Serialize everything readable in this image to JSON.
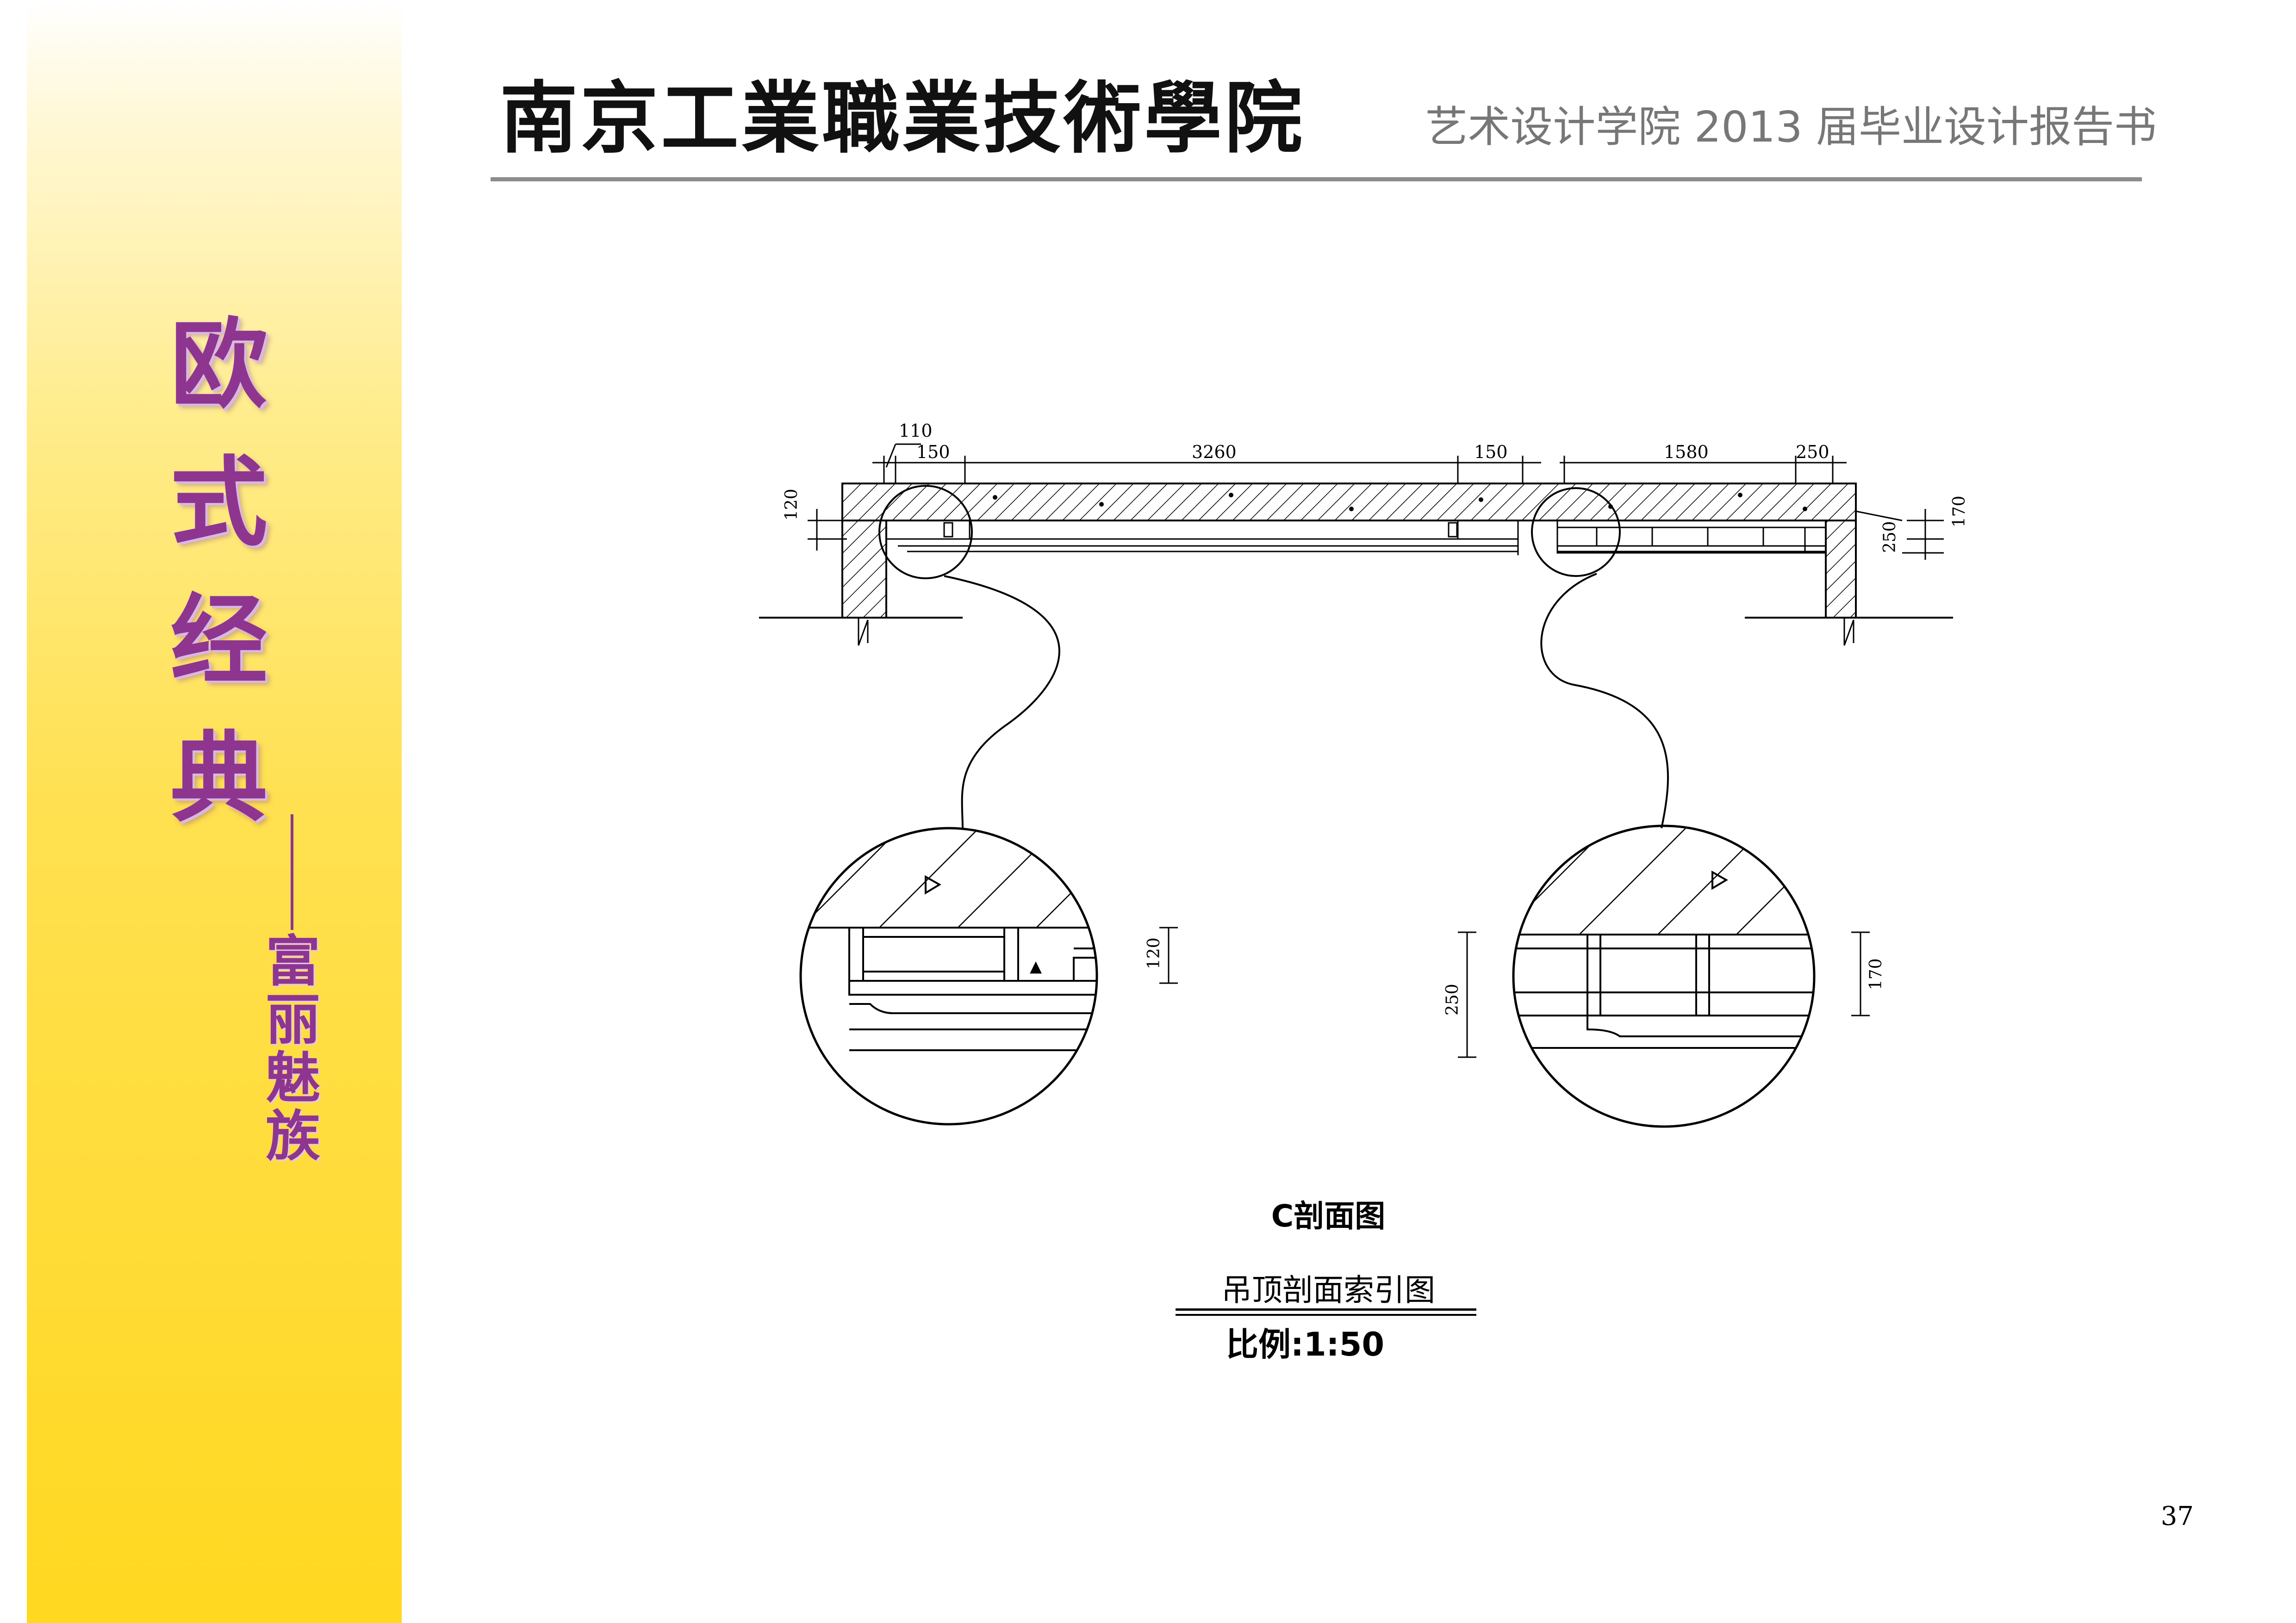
{
  "sidebar": {
    "title_chars": [
      "欧",
      "式",
      "经",
      "典"
    ],
    "subtitle_chars": [
      "富",
      "丽",
      "魅",
      "族"
    ],
    "color": "#8e3590"
  },
  "header": {
    "school_name": "南京工業職業技術學院",
    "report_title": "艺术设计学院 2013 届毕业设计报告书"
  },
  "drawing": {
    "dimensions_top": [
      "110",
      "150",
      "3260",
      "150",
      "1580",
      "250"
    ],
    "dimensions_side": [
      "120",
      "170",
      "250"
    ],
    "detail_left_dimension": "120",
    "detail_right_dimensions": [
      "250",
      "170"
    ],
    "section_title": "C剖面图",
    "index_title": "吊顶剖面索引图",
    "scale": "比例:1:50"
  },
  "page_number": "37"
}
